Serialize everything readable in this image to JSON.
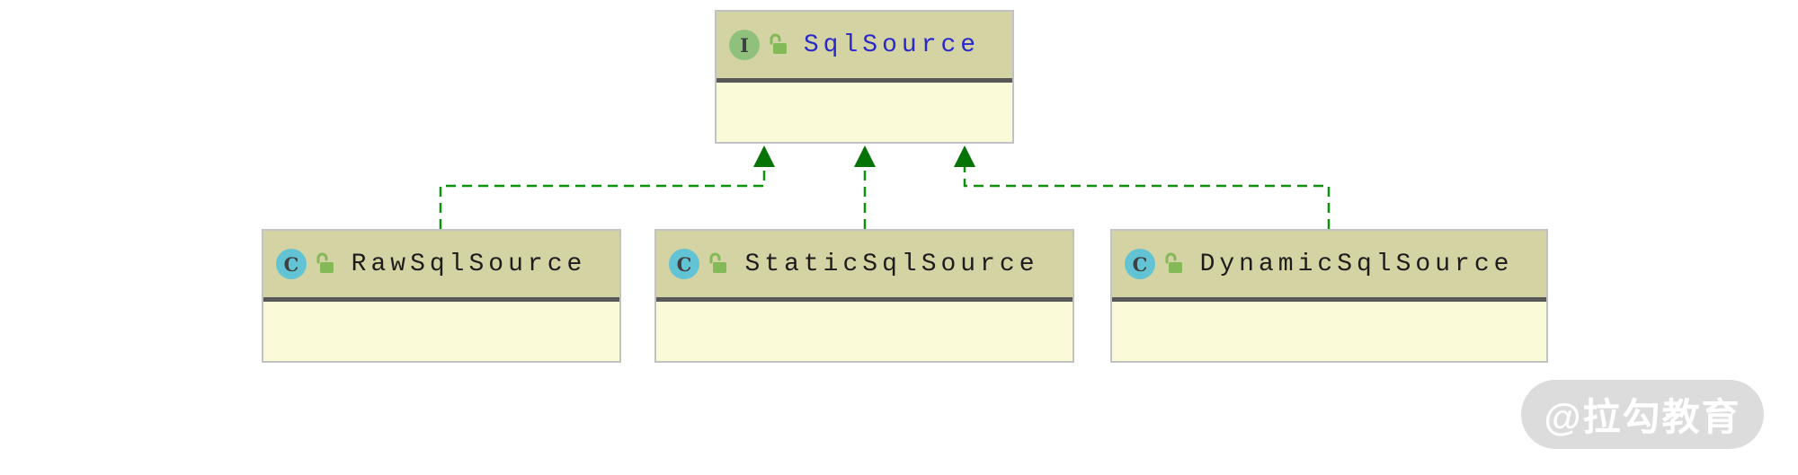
{
  "diagram": {
    "kind": "uml-class-diagram",
    "nodes": [
      {
        "name": "SqlSource",
        "kind": "interface",
        "badge_letter": "I",
        "badge_icon": "interface-icon",
        "visibility_icon": "unlocked-padlock-icon",
        "visibility": "public"
      },
      {
        "name": "RawSqlSource",
        "kind": "class",
        "badge_letter": "C",
        "badge_icon": "class-icon",
        "visibility_icon": "unlocked-padlock-icon",
        "visibility": "public"
      },
      {
        "name": "StaticSqlSource",
        "kind": "class",
        "badge_letter": "C",
        "badge_icon": "class-icon",
        "visibility_icon": "unlocked-padlock-icon",
        "visibility": "public"
      },
      {
        "name": "DynamicSqlSource",
        "kind": "class",
        "badge_letter": "C",
        "badge_icon": "class-icon",
        "visibility_icon": "unlocked-padlock-icon",
        "visibility": "public"
      }
    ],
    "edges": [
      {
        "from": "RawSqlSource",
        "to": "SqlSource",
        "relation": "implements",
        "style": "green-dashed-hollowless-triangle"
      },
      {
        "from": "StaticSqlSource",
        "to": "SqlSource",
        "relation": "implements",
        "style": "green-dashed-hollowless-triangle"
      },
      {
        "from": "DynamicSqlSource",
        "to": "SqlSource",
        "relation": "implements",
        "style": "green-dashed-hollowless-triangle"
      }
    ],
    "colors": {
      "node_header": "#d3d3a4",
      "node_body": "#fafad8",
      "node_border": "#c2c2c2",
      "separator": "#585858",
      "interface_badge": "#8fc17c",
      "class_badge": "#62c3d4",
      "padlock_green": "#84b958",
      "interface_name_text": "#2929c8",
      "class_name_text": "#1c1c1c",
      "edge_green": "#0a930a",
      "arrow_green": "#067306"
    }
  },
  "watermark": {
    "text": "@拉勾教育"
  }
}
